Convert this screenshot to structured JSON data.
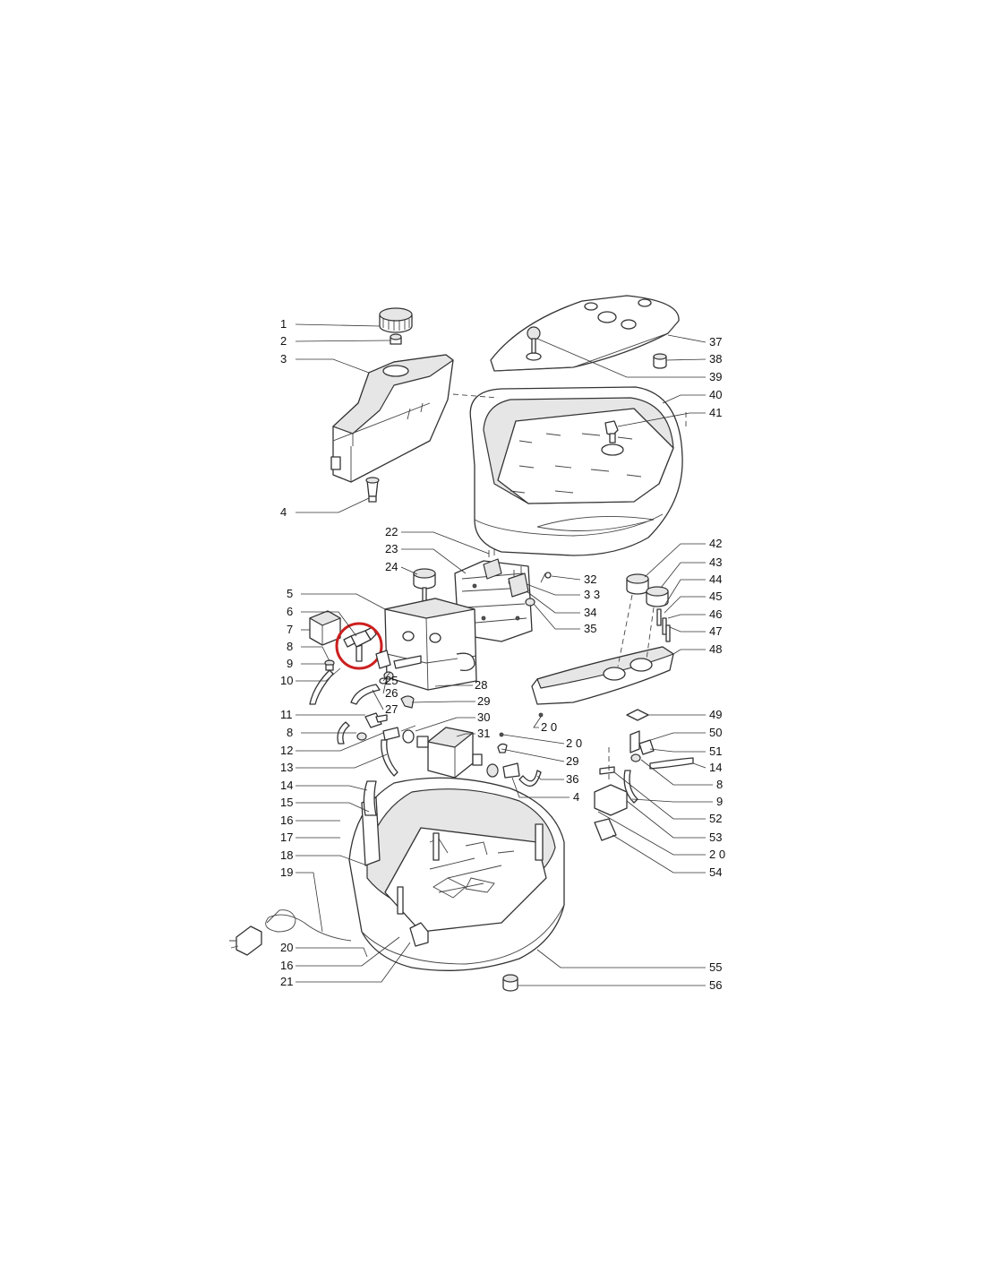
{
  "diagram": {
    "highlight_color": "#cc1f1f",
    "callouts": [
      {
        "id": "c1",
        "text": "1"
      },
      {
        "id": "c2",
        "text": "2"
      },
      {
        "id": "c3",
        "text": "3"
      },
      {
        "id": "c4a",
        "text": "4"
      },
      {
        "id": "c5",
        "text": "5"
      },
      {
        "id": "c6",
        "text": "6"
      },
      {
        "id": "c7",
        "text": "7"
      },
      {
        "id": "c8a",
        "text": "8"
      },
      {
        "id": "c9a",
        "text": "9"
      },
      {
        "id": "c10",
        "text": "10"
      },
      {
        "id": "c11",
        "text": "11"
      },
      {
        "id": "c8b",
        "text": "8"
      },
      {
        "id": "c12",
        "text": "12"
      },
      {
        "id": "c13",
        "text": "13"
      },
      {
        "id": "c14a",
        "text": "14"
      },
      {
        "id": "c15",
        "text": "15"
      },
      {
        "id": "c16a",
        "text": "16"
      },
      {
        "id": "c17",
        "text": "17"
      },
      {
        "id": "c18",
        "text": "18"
      },
      {
        "id": "c19",
        "text": "19"
      },
      {
        "id": "c20a",
        "text": "20"
      },
      {
        "id": "c16b",
        "text": "16"
      },
      {
        "id": "c21",
        "text": "21"
      },
      {
        "id": "c22",
        "text": "22"
      },
      {
        "id": "c23",
        "text": "23"
      },
      {
        "id": "c24",
        "text": "24"
      },
      {
        "id": "c25",
        "text": "25"
      },
      {
        "id": "c26",
        "text": "26"
      },
      {
        "id": "c27",
        "text": "27"
      },
      {
        "id": "c28",
        "text": "28"
      },
      {
        "id": "c29a",
        "text": "29"
      },
      {
        "id": "c30",
        "text": "30"
      },
      {
        "id": "c31",
        "text": "31"
      },
      {
        "id": "c20b",
        "text": "2 0"
      },
      {
        "id": "c20c",
        "text": "2 0"
      },
      {
        "id": "c29b",
        "text": "29"
      },
      {
        "id": "c36",
        "text": "36"
      },
      {
        "id": "c4b",
        "text": "4"
      },
      {
        "id": "c32",
        "text": "32"
      },
      {
        "id": "c33",
        "text": "3 3"
      },
      {
        "id": "c34",
        "text": "34"
      },
      {
        "id": "c35",
        "text": "35"
      },
      {
        "id": "c37",
        "text": "37"
      },
      {
        "id": "c38",
        "text": "38"
      },
      {
        "id": "c39",
        "text": "39"
      },
      {
        "id": "c40",
        "text": "40"
      },
      {
        "id": "c41",
        "text": "41"
      },
      {
        "id": "c42",
        "text": "42"
      },
      {
        "id": "c43",
        "text": "43"
      },
      {
        "id": "c44",
        "text": "44"
      },
      {
        "id": "c45",
        "text": "45"
      },
      {
        "id": "c46",
        "text": "46"
      },
      {
        "id": "c47",
        "text": "47"
      },
      {
        "id": "c48",
        "text": "48"
      },
      {
        "id": "c49",
        "text": "49"
      },
      {
        "id": "c50",
        "text": "50"
      },
      {
        "id": "c51",
        "text": "51"
      },
      {
        "id": "c14b",
        "text": "14"
      },
      {
        "id": "c8c",
        "text": "8"
      },
      {
        "id": "c9b",
        "text": "9"
      },
      {
        "id": "c52",
        "text": "52"
      },
      {
        "id": "c53",
        "text": "53"
      },
      {
        "id": "c20d",
        "text": "2 0"
      },
      {
        "id": "c54",
        "text": "54"
      },
      {
        "id": "c55",
        "text": "55"
      },
      {
        "id": "c56",
        "text": "56"
      }
    ]
  }
}
